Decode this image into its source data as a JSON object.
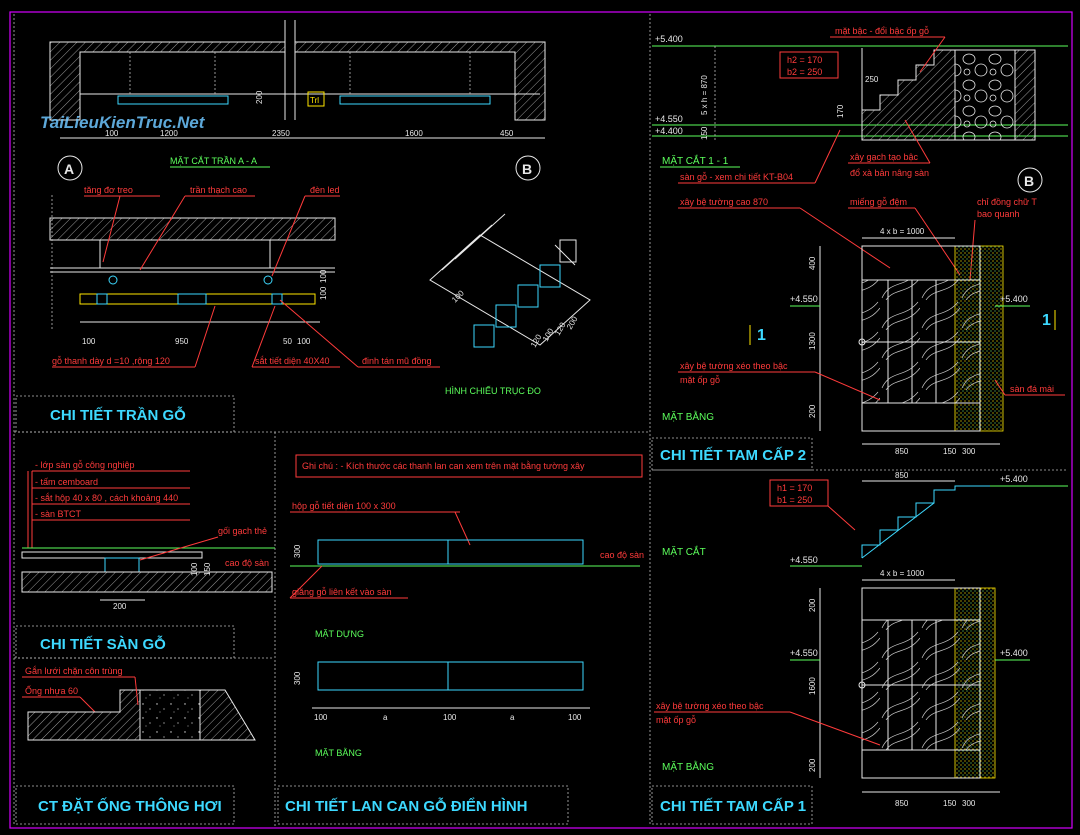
{
  "watermark": "TaiLieuKienTruc.Net",
  "colors": {
    "red": "#ff3b3b",
    "green": "#5cff5c",
    "cyan": "#3dd9ff",
    "white": "#e8e8e8",
    "magenta": "#d400ff",
    "yellow": "#ffe600"
  },
  "tran": {
    "section_title": "MẶT CẮT TRẦN A - A",
    "axis_a": "A",
    "axis_b": "B",
    "dims_top": [
      "100",
      "1200",
      "2350",
      "1600",
      "450"
    ],
    "dim_200": "200",
    "notes": [
      "tăng đơ treo",
      "trần thạch cao",
      "đèn led",
      "gỗ thanh dày d =10 ,rộng 120",
      "sắt tiết diện 40X40",
      "đinh tán mũ đồng"
    ],
    "dims_bottom": [
      "100",
      "950",
      "50",
      "100"
    ],
    "dims_side": [
      "100",
      "100"
    ],
    "iso_title": "HÌNH CHIẾU TRỤC ĐO",
    "iso_dims": [
      "100",
      "120",
      "100",
      "120",
      "200"
    ],
    "detail_title": "CHI TIẾT TRẦN GỖ"
  },
  "san": {
    "layers": [
      "- lớp sàn gỗ công nghiệp",
      "- tấm cemboard",
      "- sắt hộp 40 x 80 , cách khoảng 440",
      "- sàn BTCT"
    ],
    "goi": "gối gạch thẻ",
    "cao_do": "cao độ sàn",
    "dims": [
      "100",
      "150",
      "200"
    ],
    "title": "CHI TIẾT SÀN GỖ"
  },
  "ong": {
    "notes": [
      "Gắn lưới chặn côn trùng",
      "Ống nhựa 60"
    ],
    "title": "CT ĐẶT ỐNG THÔNG HƠI"
  },
  "lancan": {
    "note": "Ghi chú : - Kích thước các thanh lan can xem trên mặt bằng tường xây",
    "hop_go": "hộp gỗ tiết diện 100 x 300",
    "giang": "giăng gỗ liên kết vào sàn",
    "cao_do": "cao độ sàn",
    "mat_dung": "MẶT DỰNG",
    "mat_bang": "MẶT BẰNG",
    "dims_300": [
      "300",
      "300"
    ],
    "dims_bottom": [
      "100",
      "a",
      "100",
      "a",
      "100"
    ],
    "title": "CHI TIẾT LAN CAN GỖ ĐIỂN HÌNH"
  },
  "tc2": {
    "lv_top": "+5.400",
    "lv_4550": "+4.550",
    "lv_4400": "+4.400",
    "mat_bac": "mặt bậc - đổi bậc ốp gỗ",
    "h2": "h2 = 170",
    "b2": "b2 = 250",
    "dim_250": "250",
    "dim_170": "170",
    "dim_5xh": "5 x h = 870",
    "dim_150": "150",
    "section": "MẶT CẮT 1 - 1",
    "san_go": "sàn gỗ - xem chi tiết KT-B04",
    "xay_gach": "xây gạch tạo bậc",
    "do_xa": "đổ xà bản nâng sàn",
    "axis_b": "B",
    "xay_be_870": "xây bệ tường cao 870",
    "mieng_go": "miếng gỗ đệm",
    "chi_dong": "chỉ đồng chữ T",
    "bao_quanh": "bao quanh",
    "dim_4xb": "4 x b = 1000",
    "dim_400": "400",
    "dim_1300": "1300",
    "dim_200": "200",
    "lv_left": "+4.550",
    "lv_right": "+5.400",
    "cut_mark": "1",
    "xay_be_xeo": "xây bệ tường xéo theo bậc",
    "mat_op": "mặt ốp gỗ",
    "san_da": "sàn đá mài",
    "mat_bang": "MẶT BẰNG",
    "dims_bottom": [
      "850",
      "150",
      "300"
    ],
    "title": "CHI TIẾT TAM CẤP 2"
  },
  "tc1": {
    "dim_850_top": "850",
    "h1": "h1 = 170",
    "b1": "b1 = 250",
    "lv_top": "+5.400",
    "mat_cat": "MẶT CẮT",
    "lv_4550": "+4.550",
    "dim_4xb": "4 x b = 1000",
    "dim_200a": "200",
    "dim_1600": "1600",
    "dim_200b": "200",
    "lv_left": "+4.550",
    "lv_right": "+5.400",
    "xay_be_xeo": "xây bệ tường xéo theo bậc",
    "mat_op": "mặt ốp gỗ",
    "mat_bang": "MẶT BẰNG",
    "dims_bottom": [
      "850",
      "150",
      "300"
    ],
    "title": "CHI TIẾT TAM CẤP 1"
  }
}
